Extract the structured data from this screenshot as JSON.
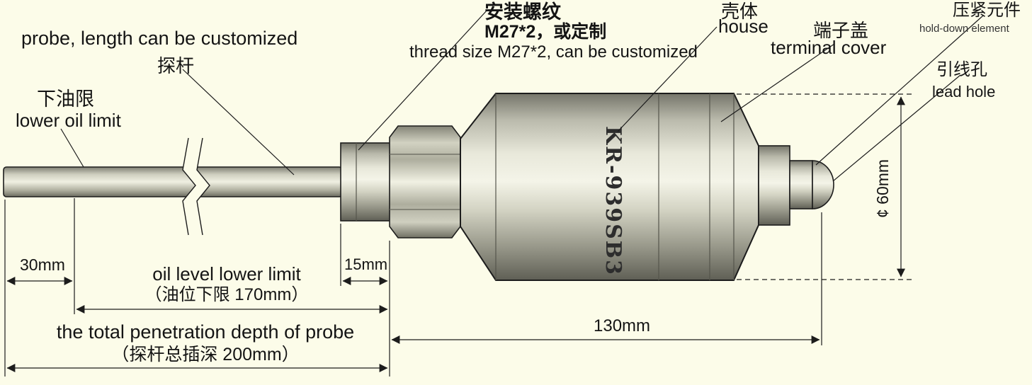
{
  "colors": {
    "background": "#fcfce9",
    "outline": "#1c1c1c",
    "metal_light": "#f2f2e6",
    "metal_dark": "#6b6b60"
  },
  "labels": {
    "probe_en": "probe, length can be customized",
    "probe_cn": "探杆",
    "lower_limit_cn": "下油限",
    "lower_limit_en": "lower oil limit",
    "thread_cn": "安装螺纹",
    "thread_spec": "M27*2，或定制",
    "thread_en": "thread size M27*2, can be customized",
    "house_cn": "壳体",
    "house_en": "house",
    "terminal_cn": "端子盖",
    "terminal_en": "terminal cover",
    "holddown_cn": "压紧元件",
    "holddown_en": "hold-down element",
    "leadhole_cn": "引线孔",
    "leadhole_en": "lead hole",
    "model": "KR-939SB3",
    "diameter": "¢ 60mm"
  },
  "dimensions": {
    "d30": "30mm",
    "d170_en": "oil level lower limit",
    "d170_cn": "（油位下限 170mm）",
    "d15": "15mm",
    "d200_en": "the total penetration depth of probe",
    "d200_cn": "（探杆总插深 200mm）",
    "d130": "130mm"
  }
}
